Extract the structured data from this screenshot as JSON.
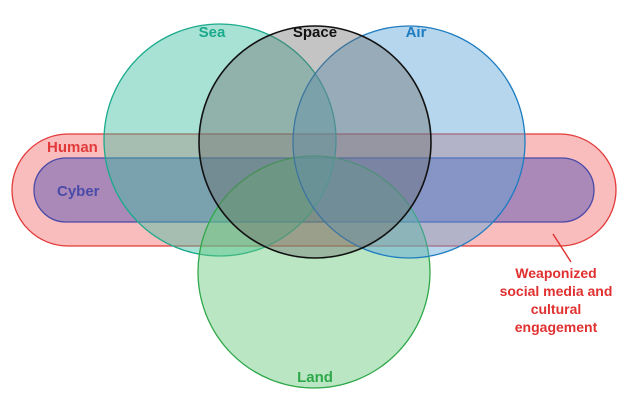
{
  "domains": {
    "sea": {
      "label": "Sea",
      "color": "#1aaa8c",
      "fill": "#3dbfa2"
    },
    "space": {
      "label": "Space",
      "color": "#111111",
      "fill": "#6b6b6b"
    },
    "air": {
      "label": "Air",
      "color": "#1e7cc0",
      "fill": "#5aa3d8"
    },
    "land": {
      "label": "Land",
      "color": "#2fa84a",
      "fill": "#66c87a"
    },
    "human": {
      "label": "Human",
      "color": "#e23a3a",
      "fill": "#f05a5a"
    },
    "cyber": {
      "label": "Cyber",
      "color": "#4a4aa8",
      "fill": "#6a5fb5"
    }
  },
  "annotation": {
    "lines": [
      "Weaponized",
      "social media and",
      "cultural",
      "engagement"
    ],
    "color": "#e03030"
  }
}
